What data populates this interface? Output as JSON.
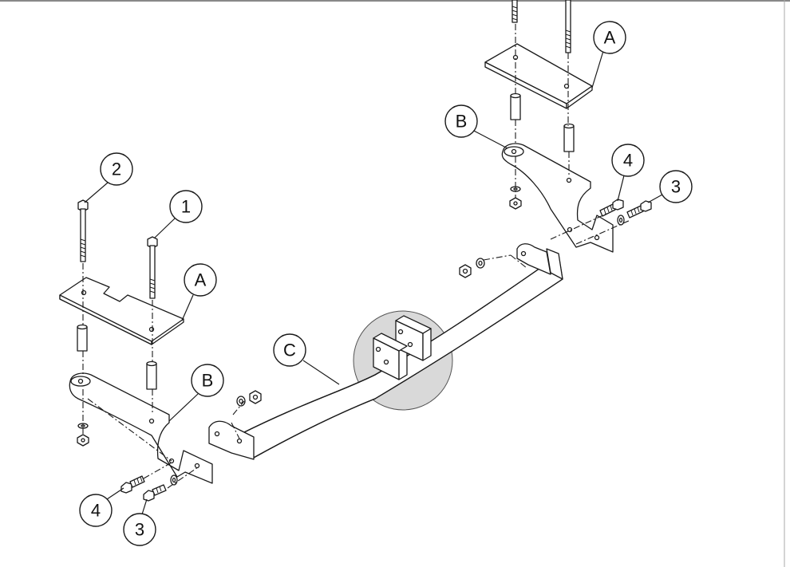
{
  "callouts": {
    "bolt_long": "2",
    "bolt_short": "1",
    "plate_left": "A",
    "plate_right": "A",
    "bracket_left": "B",
    "bracket_right": "B",
    "crossbar": "C",
    "bolt_small_left": "4",
    "bolt_hex_left": "3",
    "bolt_small_right": "4",
    "bolt_hex_right": "3"
  },
  "colors": {
    "line": "#1a1a1a",
    "highlight": "#d9d9d9",
    "background": "#ffffff"
  }
}
